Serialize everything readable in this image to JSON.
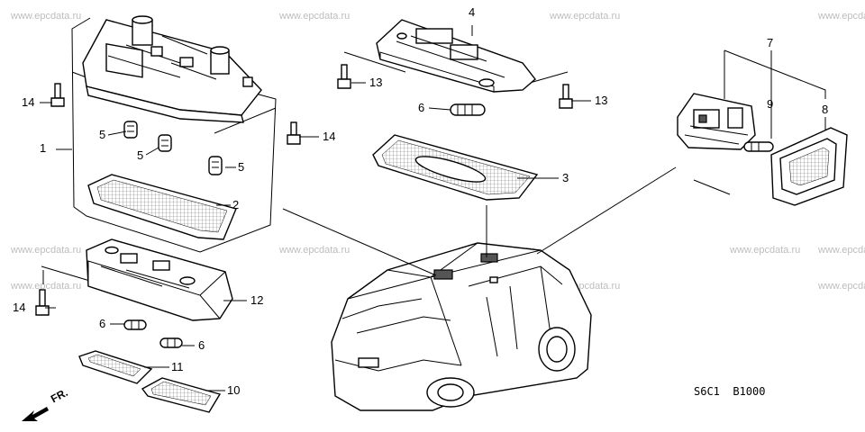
{
  "watermark": "www.epcdata.ru",
  "diagram_code": "S6C1  B1000",
  "front_marker": "FR.",
  "callouts": {
    "c1": "1",
    "c2": "2",
    "c3": "3",
    "c4": "4",
    "c5a": "5",
    "c5b": "5",
    "c5c": "5",
    "c6a": "6",
    "c6b": "6",
    "c6c": "6",
    "c7": "7",
    "c8": "8",
    "c9": "9",
    "c10": "10",
    "c11": "11",
    "c12": "12",
    "c13a": "13",
    "c13b": "13",
    "c14a": "14",
    "c14b": "14",
    "c14c": "14"
  }
}
